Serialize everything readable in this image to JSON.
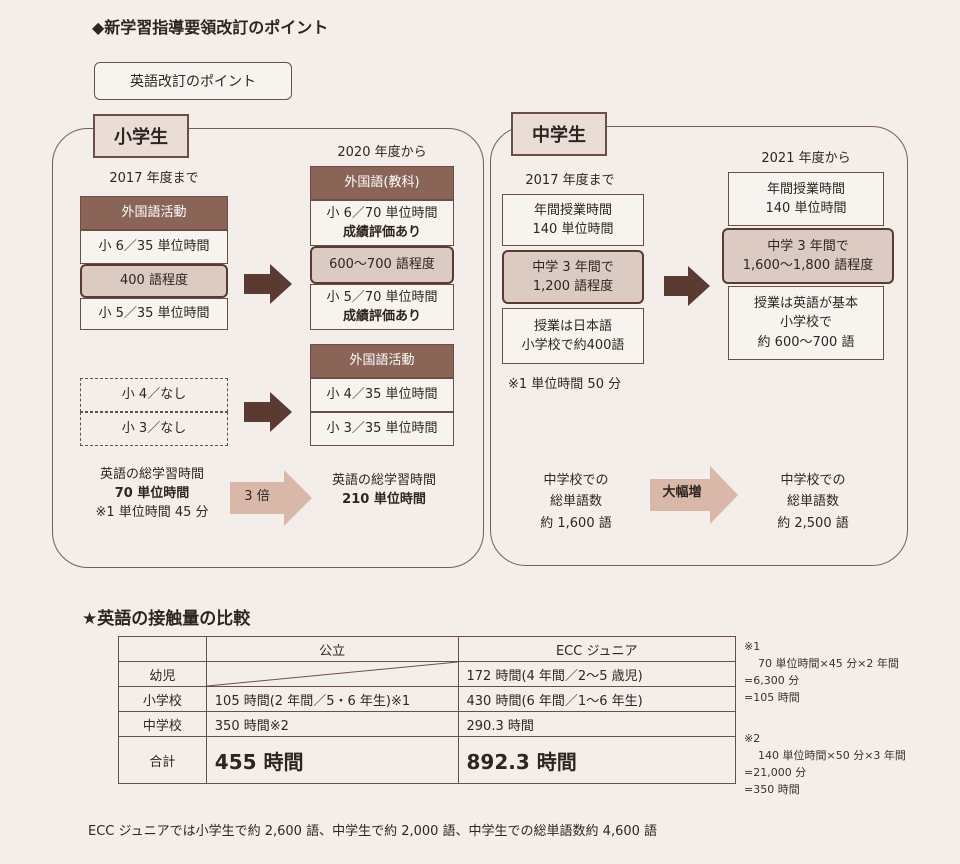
{
  "page_title": "◆新学習指導要領改訂のポイント",
  "english_points_tag": "英語改訂のポイント",
  "elementary": {
    "tag": "小学生",
    "until_label": "2017 年度まで",
    "from_label": "2020 年度から",
    "left_header": "外国語活動",
    "left_r6": "小 6／35 単位時間",
    "left_words": "400 語程度",
    "left_r5": "小 5／35 単位時間",
    "right_header": "外国語(教科)",
    "right_r6_a": "小 6／70 単位時間",
    "right_r6_b": "成績評価あり",
    "right_words": "600〜700 語程度",
    "right_r5_a": "小 5／70 単位時間",
    "right_r5_b": "成績評価あり",
    "low_left_r4": "小 4／なし",
    "low_left_r3": "小 3／なし",
    "low_right_header": "外国語活動",
    "low_right_r4": "小 4／35 単位時間",
    "low_right_r3": "小 3／35 単位時間",
    "total_before_a": "英語の総学習時間",
    "total_before_b": "70 単位時間",
    "total_before_c": "※1 単位時間 45 分",
    "multiplier": "3 倍",
    "total_after_a": "英語の総学習時間",
    "total_after_b": "210 単位時間"
  },
  "junior": {
    "tag": "中学生",
    "until_label": "2017 年度まで",
    "from_label": "2021 年度から",
    "left_hours_a": "年間授業時間",
    "left_hours_b": "140 単位時間",
    "left_words_a": "中学 3 年間で",
    "left_words_b": "1,200 語程度",
    "left_lang_a": "授業は日本語",
    "left_lang_b": "小学校で約400語",
    "left_note": "※1 単位時間 50 分",
    "right_hours_a": "年間授業時間",
    "right_hours_b": "140 単位時間",
    "right_words_a": "中学 3 年間で",
    "right_words_b": "1,600〜1,800 語程度",
    "right_lang_a": "授業は英語が基本",
    "right_lang_b": "小学校で",
    "right_lang_c": "約 600〜700 語",
    "vocab_before_a": "中学校での",
    "vocab_before_b": "総単語数",
    "vocab_before_c": "約 1,600 語",
    "increase": "大幅増",
    "vocab_after_a": "中学校での",
    "vocab_after_b": "総単語数",
    "vocab_after_c": "約 2,500 語"
  },
  "comparison": {
    "heading": "★英語の接触量の比較",
    "col_public": "公立",
    "col_ecc": "ECC ジュニア",
    "rows": [
      {
        "label": "幼児",
        "public": "",
        "ecc": "172 時間(4 年間／2〜5 歳児)"
      },
      {
        "label": "小学校",
        "public": "105 時間(2 年間／5・6 年生)※1",
        "ecc": "430 時間(6 年間／1〜6 年生)"
      },
      {
        "label": "中学校",
        "public": "350 時間※2",
        "ecc": "290.3 時間"
      }
    ],
    "total_label": "合計",
    "total_public": "455 時間",
    "total_ecc": "892.3 時間"
  },
  "notes": {
    "n1_mark": "※1",
    "n1_a": "70 単位時間×45 分×2 年間",
    "n1_b": "=6,300 分",
    "n1_c": "=105 時間",
    "n2_mark": "※2",
    "n2_a": "140 単位時間×50 分×3 年間",
    "n2_b": "=21,000 分",
    "n2_c": "=350 時間"
  },
  "footer": "ECC ジュニアでは小学生で約 2,600 語、中学生で約 2,000 語、中学生での総単語数約 4,600 語",
  "colors": {
    "arrow_dark": "#5a3a31",
    "arrow_light": "#d9b7a9",
    "header_fill": "#8b6458"
  }
}
